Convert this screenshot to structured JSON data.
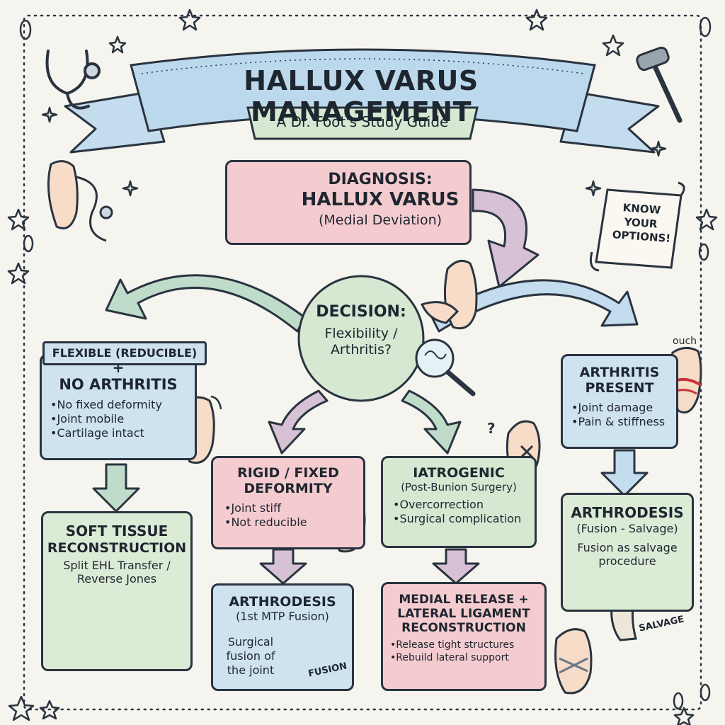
{
  "header": {
    "title": "HALLUX VARUS MANAGEMENT",
    "subtitle": "A Dr. Foot's Study Guide"
  },
  "note_scroll": "KNOW YOUR OPTIONS!",
  "diagnosis": {
    "title_line1": "DIAGNOSIS:",
    "title_line2": "HALLUX VARUS",
    "sub": "(Medial Deviation)"
  },
  "decision": {
    "title": "DECISION:",
    "line1": "Flexibility /",
    "line2": "Arthritis?"
  },
  "flexible": {
    "banner": "FLEXIBLE (REDUCIBLE)",
    "plus": "+",
    "title": "NO ARTHRITIS",
    "bullets": [
      "No fixed deformity",
      "Joint mobile",
      "Cartilage intact"
    ]
  },
  "soft_tissue": {
    "title_line1": "SOFT TISSUE",
    "title_line2": "RECONSTRUCTION",
    "sub_line1": "Split EHL Transfer /",
    "sub_line2": "Reverse Jones"
  },
  "rigid": {
    "title_line1": "RIGID / FIXED",
    "title_line2": "DEFORMITY",
    "bullets": [
      "Joint stiff",
      "Not reducible"
    ]
  },
  "arthrodesis_mtp": {
    "title": "ARTHRODESIS",
    "sub": "(1st MTP Fusion)",
    "desc_line1": "Surgical",
    "desc_line2": "fusion of",
    "desc_line3": "the joint",
    "label": "FUSION"
  },
  "iatrogenic": {
    "title": "IATROGENIC",
    "sub": "(Post-Bunion Surgery)",
    "bullets": [
      "Overcorrection",
      "Surgical complication"
    ]
  },
  "medial_release": {
    "title_line1": "MEDIAL RELEASE +",
    "title_line2": "LATERAL LIGAMENT",
    "title_line3": "RECONSTRUCTION",
    "bullets": [
      "Release tight structures",
      "Rebuild lateral support"
    ]
  },
  "arthritis": {
    "title_line1": "ARTHRITIS",
    "title_line2": "PRESENT",
    "bullets": [
      "Joint damage",
      "Pain & stiffness"
    ],
    "ouch": "ouch"
  },
  "arthrodesis_salvage": {
    "title": "ARTHRODESIS",
    "sub": "(Fusion - Salvage)",
    "desc_line1": "Fusion as salvage",
    "desc_line2": "procedure",
    "label": "SALVAGE"
  },
  "colors": {
    "pink": "#f4cccf",
    "green": "#d6e8d2",
    "blue": "#cfe2f0",
    "ink": "#1e2630",
    "arrow_green": "#bfdccb",
    "arrow_mauve": "#d7c1d4",
    "arrow_blue": "#c3dcee"
  }
}
